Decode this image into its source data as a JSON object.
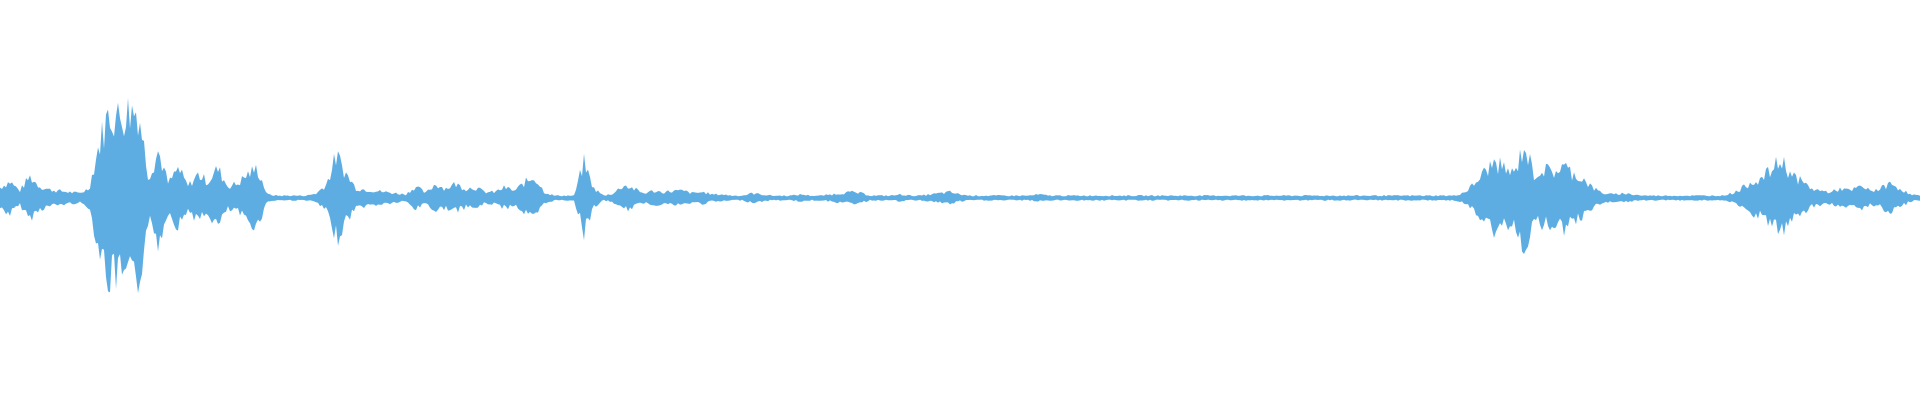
{
  "waveform": {
    "color": "#5dade2",
    "background": "#ffffff",
    "amplitude_envelope": [
      0.09,
      0.14,
      0.06,
      0.18,
      0.1,
      0.07,
      0.06,
      0.05,
      0.04,
      0.08,
      0.45,
      0.72,
      0.68,
      0.74,
      0.75,
      0.18,
      0.4,
      0.12,
      0.25,
      0.1,
      0.2,
      0.14,
      0.25,
      0.1,
      0.12,
      0.2,
      0.25,
      0.03,
      0.02,
      0.02,
      0.02,
      0.02,
      0.04,
      0.12,
      0.36,
      0.2,
      0.08,
      0.07,
      0.06,
      0.05,
      0.04,
      0.03,
      0.1,
      0.04,
      0.12,
      0.08,
      0.12,
      0.08,
      0.09,
      0.05,
      0.05,
      0.09,
      0.06,
      0.13,
      0.18,
      0.05,
      0.02,
      0.02,
      0.02,
      0.3,
      0.08,
      0.02,
      0.04,
      0.11,
      0.08,
      0.04,
      0.06,
      0.05,
      0.06,
      0.06,
      0.04,
      0.05,
      0.03,
      0.03,
      0.02,
      0.02,
      0.04,
      0.03,
      0.02,
      0.02,
      0.02,
      0.03,
      0.02,
      0.02,
      0.03,
      0.04,
      0.05,
      0.04,
      0.02,
      0.02,
      0.02,
      0.03,
      0.02,
      0.02,
      0.03,
      0.04,
      0.05,
      0.03,
      0.02,
      0.02,
      0.02,
      0.02,
      0.02,
      0.02,
      0.02,
      0.03,
      0.02,
      0.02,
      0.02,
      0.02,
      0.02,
      0.02,
      0.02,
      0.02,
      0.02,
      0.02,
      0.02,
      0.02,
      0.02,
      0.02,
      0.02,
      0.02,
      0.02,
      0.02,
      0.02,
      0.02,
      0.02,
      0.02,
      0.02,
      0.02,
      0.02,
      0.02,
      0.02,
      0.02,
      0.02,
      0.02,
      0.02,
      0.02,
      0.02,
      0.02,
      0.02,
      0.02,
      0.02,
      0.02,
      0.02,
      0.02,
      0.02,
      0.02,
      0.05,
      0.12,
      0.22,
      0.3,
      0.25,
      0.2,
      0.45,
      0.2,
      0.24,
      0.22,
      0.27,
      0.2,
      0.16,
      0.08,
      0.04,
      0.03,
      0.04,
      0.03,
      0.02,
      0.02,
      0.02,
      0.02,
      0.02,
      0.02,
      0.02,
      0.02,
      0.02,
      0.04,
      0.08,
      0.14,
      0.16,
      0.24,
      0.32,
      0.2,
      0.14,
      0.08,
      0.06,
      0.05,
      0.08,
      0.06,
      0.1,
      0.06,
      0.08,
      0.12,
      0.08,
      0.03,
      0.02
    ]
  }
}
